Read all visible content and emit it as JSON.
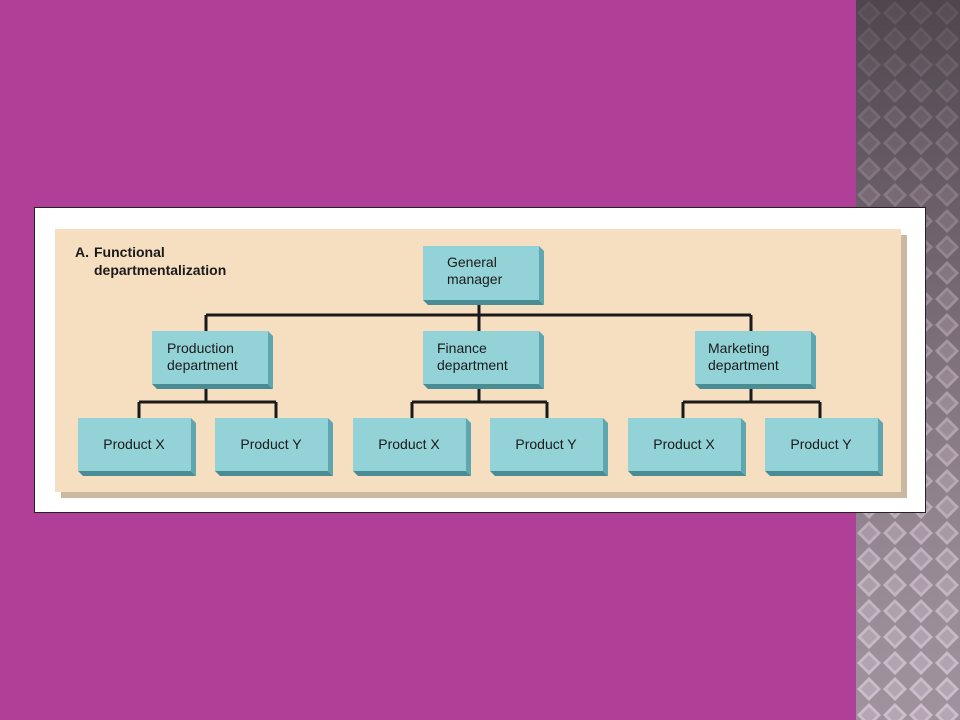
{
  "colors": {
    "slide_background": "#b03f97",
    "panel": "#f6dfc1",
    "panel_shadow": "#cbb8a1",
    "box_face": "#93d3d8",
    "box_side": "#5fa7ae",
    "box_bottom": "#4a8c94",
    "connector": "#1a1a1a"
  },
  "diagram": {
    "title_prefix": "A.",
    "title_line1": "Functional",
    "title_line2": "departmentalization",
    "root": {
      "line1": "General",
      "line2": "manager"
    },
    "departments": [
      {
        "line1": "Production",
        "line2": "department",
        "products": [
          "Product X",
          "Product Y"
        ]
      },
      {
        "line1": "Finance",
        "line2": "department",
        "products": [
          "Product X",
          "Product Y"
        ]
      },
      {
        "line1": "Marketing",
        "line2": "department",
        "products": [
          "Product X",
          "Product Y"
        ]
      }
    ]
  }
}
